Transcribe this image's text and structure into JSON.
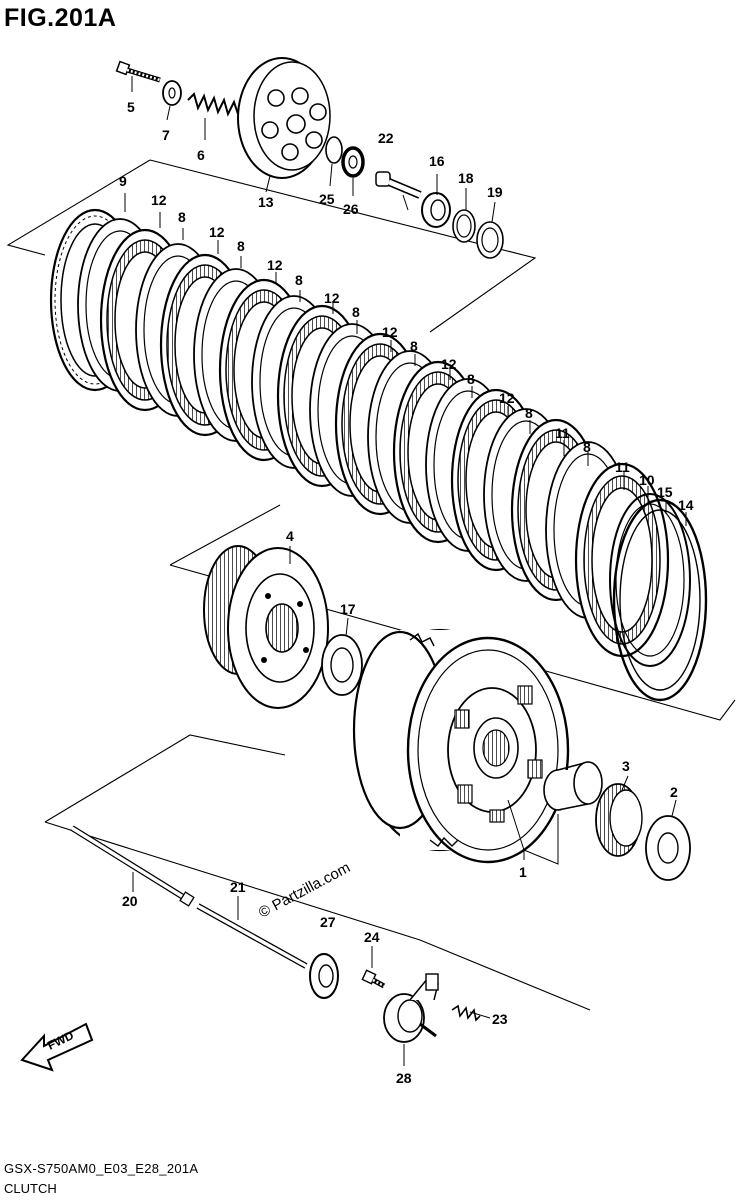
{
  "figure": {
    "title": "FIG.201A"
  },
  "footer": {
    "code": "GSX-S750AM0_E03_E28_201A",
    "name": "CLUTCH"
  },
  "watermark": "© Partzilla.com",
  "fwd_label": "FWD",
  "callouts": {
    "c1": "1",
    "c2": "2",
    "c3": "3",
    "c4": "4",
    "c5": "5",
    "c6": "6",
    "c7": "7",
    "c9": "9",
    "c10": "10",
    "c13": "13",
    "c14": "14",
    "c15": "15",
    "c16": "16",
    "c17": "17",
    "c18": "18",
    "c19": "19",
    "c20": "20",
    "c21": "21",
    "c22": "22",
    "c23": "23",
    "c24": "24",
    "c25": "25",
    "c26": "26",
    "c27": "27",
    "c28": "28",
    "c11a": "11",
    "c11b": "11",
    "c12a": "12",
    "c12b": "12",
    "c12c": "12",
    "c12d": "12",
    "c12e": "12",
    "c12f": "12",
    "c12g": "12",
    "c8a": "8",
    "c8b": "8",
    "c8c": "8",
    "c8d": "8",
    "c8e": "8",
    "c8f": "8",
    "c8g": "8",
    "c8h": "8"
  }
}
